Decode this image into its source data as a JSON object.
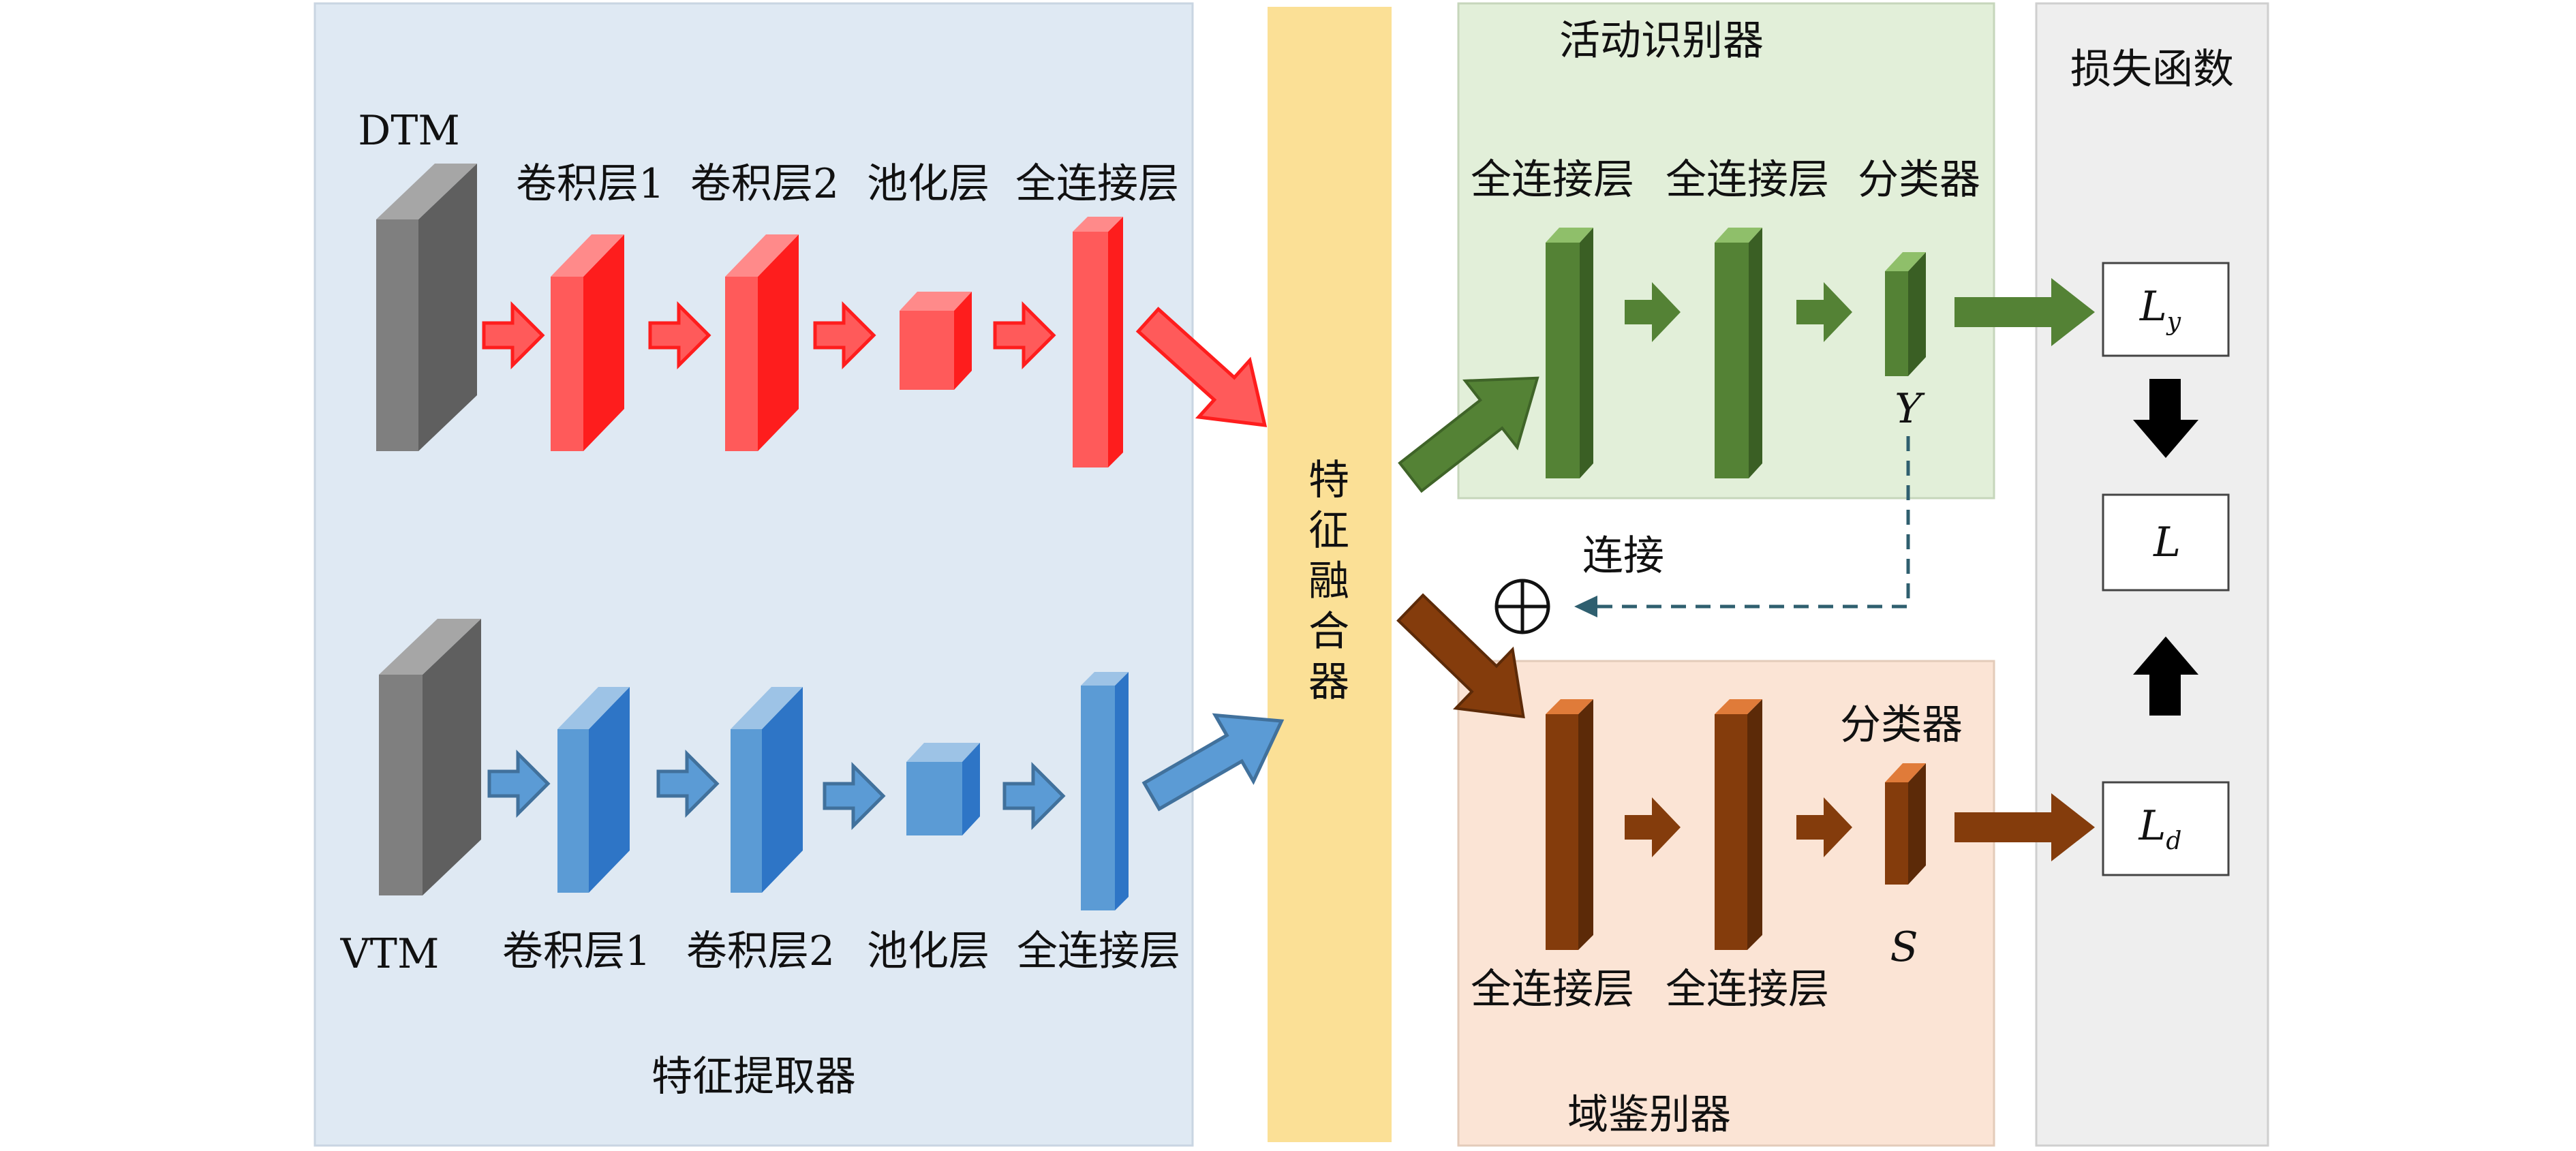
{
  "panels": {
    "feature_extractor": "特征提取器",
    "feature_fusion": "特征融合器",
    "activity_recognizer": "活动识别器",
    "domain_discriminator": "域鉴别器",
    "loss_function": "损失函数"
  },
  "inputs": {
    "dtm": "DTM",
    "vtm": "VTM"
  },
  "extractor_layers": {
    "conv1": "卷积层1",
    "conv2": "卷积层2",
    "pool": "池化层",
    "fc": "全连接层"
  },
  "classifier_layers": {
    "fc": "全连接层",
    "classifier": "分类器"
  },
  "outputs": {
    "y": "Y",
    "s": "S"
  },
  "concat": {
    "label": "连接",
    "symbol": "⊕"
  },
  "losses": {
    "ly_main": "L",
    "ly_sub": "y",
    "l": "L",
    "ld_main": "L",
    "ld_sub": "d"
  },
  "colors": {
    "extractor_bg": "#dfe9f3",
    "fusion_bg": "#fbe096",
    "activity_bg": "#e2efd9",
    "domain_bg": "#fbe4d5",
    "loss_bg": "#eeeeee",
    "red": "#fe1d1d",
    "blue": "#5b9bd5",
    "green": "#548235",
    "brown": "#843c0c",
    "gray": "#7f7f7f"
  }
}
